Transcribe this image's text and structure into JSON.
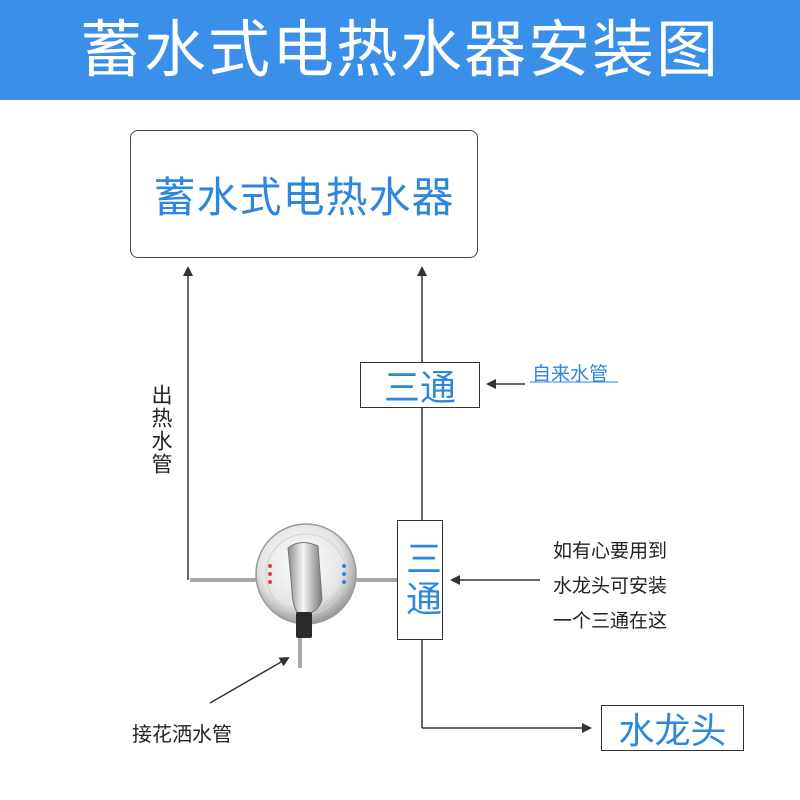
{
  "header": {
    "title": "蓄水式电热水器安装图"
  },
  "heater": {
    "label": "蓄水式电热水器"
  },
  "tee_top": {
    "label": "三通"
  },
  "tee_middle": {
    "label": "三通"
  },
  "faucet": {
    "label": "水龙头"
  },
  "labels": {
    "tap_water_pipe": "自来水管",
    "hot_water_out": "出热水管",
    "shower_pipe": "接花洒水管"
  },
  "note": {
    "lines": [
      "如有心要用到",
      "水龙头可安装",
      "一个三通在这"
    ]
  },
  "colors": {
    "banner": "#3a8fe8",
    "accent_text": "#2e86de",
    "pipe": "#a8a8a8",
    "line": "#333333"
  },
  "icons": [
    "mixing-valve-icon",
    "arrow-icon"
  ]
}
